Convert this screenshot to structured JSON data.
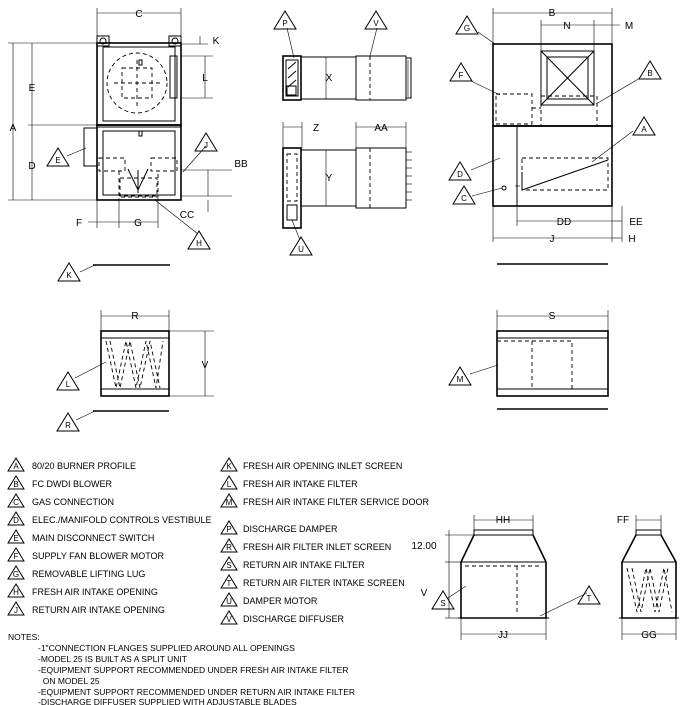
{
  "dims": {
    "c": "C",
    "k": "K",
    "l": "L",
    "e": "E",
    "a": "A",
    "d": "D",
    "bb": "BB",
    "cc": "CC",
    "f": "F",
    "g": "G",
    "x": "X",
    "z": "Z",
    "aa": "AA",
    "y": "Y",
    "b": "B",
    "n": "N",
    "m": "M",
    "dd": "DD",
    "ee": "EE",
    "j": "J",
    "h": "H",
    "r": "R",
    "v": "V",
    "s": "S",
    "hh": "HH",
    "ff": "FF",
    "jj": "JJ",
    "gg": "GG",
    "v2": "V",
    "height_value": "12.00"
  },
  "tags": {
    "k": "K",
    "p": "P",
    "v": "V",
    "g": "G",
    "f": "F",
    "b": "B",
    "e": "E",
    "j": "J",
    "a": "A",
    "d": "D",
    "c": "C",
    "h": "H",
    "u": "U",
    "l": "L",
    "r": "R",
    "m": "M",
    "s": "S",
    "t": "T"
  },
  "legend": {
    "left": [
      {
        "code": "A",
        "text": "80/20 BURNER PROFILE"
      },
      {
        "code": "B",
        "text": "FC DWDI BLOWER"
      },
      {
        "code": "C",
        "text": "GAS CONNECTION"
      },
      {
        "code": "D",
        "text": "ELEC./MANIFOLD CONTROLS VESTIBULE"
      },
      {
        "code": "E",
        "text": "MAIN DISCONNECT SWITCH"
      },
      {
        "code": "F",
        "text": "SUPPLY FAN BLOWER MOTOR"
      },
      {
        "code": "G",
        "text": "REMOVABLE LIFTING LUG"
      },
      {
        "code": "H",
        "text": "FRESH AIR INTAKE OPENING"
      },
      {
        "code": "J",
        "text": "RETURN AIR INTAKE OPENING"
      }
    ],
    "right_top": [
      {
        "code": "K",
        "text": "FRESH AIR OPENING INLET SCREEN"
      },
      {
        "code": "L",
        "text": "FRESH AIR INTAKE FILTER"
      },
      {
        "code": "M",
        "text": "FRESH AIR INTAKE FILTER SERVICE DOOR"
      }
    ],
    "right_bottom": [
      {
        "code": "P",
        "text": "DISCHARGE DAMPER"
      },
      {
        "code": "R",
        "text": "FRESH AIR FILTER INLET SCREEN"
      },
      {
        "code": "S",
        "text": "RETURN AIR INTAKE FILTER"
      },
      {
        "code": "T",
        "text": "RETURN AIR FILTER INTAKE SCREEN"
      },
      {
        "code": "U",
        "text": "DAMPER MOTOR"
      },
      {
        "code": "V",
        "text": "DISCHARGE DIFFUSER"
      }
    ]
  },
  "notes": {
    "title": "NOTES:",
    "lines": [
      "-1\"CONNECTION FLANGES SUPPLIED AROUND ALL OPENINGS",
      "-MODEL 25 IS BUILT AS A SPLIT UNIT",
      "-EQUIPMENT SUPPORT RECOMMENDED UNDER FRESH AIR INTAKE FILTER",
      "  ON MODEL 25",
      "-EQUIPMENT SUPPORT RECOMMENDED UNDER RETURN AIR INTAKE FILTER",
      "-DISCHARGE DIFFUSER SUPPLIED WITH ADJUSTABLE BLADES"
    ]
  }
}
